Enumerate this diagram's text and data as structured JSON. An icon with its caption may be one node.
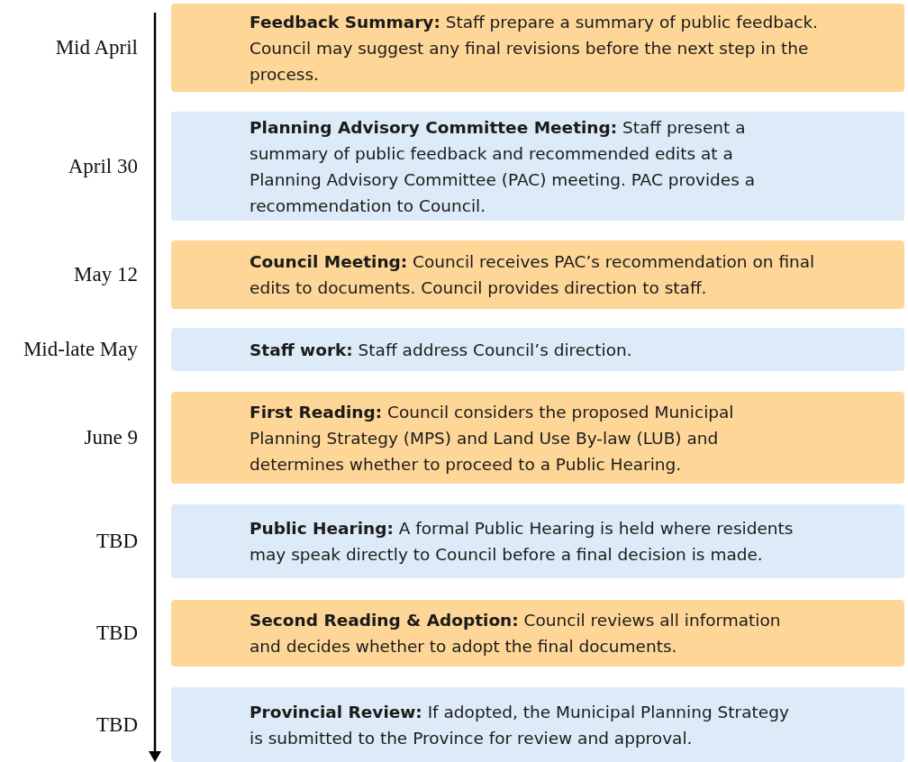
{
  "diagram": {
    "nodes": [
      {
        "text": [
          "**Feedback Summary:** Staff prepare a summary of public feedback. Council may suggest any final revisions before the next step in the process."
        ],
        "beside": [
          "Mid April"
        ]
      },
      {
        "text": [
          "**Planning Advisory Committee Meeting:** Staff present a summary of public feedback and recommended edits at a Planning Advisory Committee (PAC) meeting. PAC provides a recommendation to Council."
        ],
        "beside": [
          "April 30"
        ]
      },
      {
        "text": [
          "**Council Meeting:** Council receives PAC’s recommendation on final edits to documents. Council provides direction to staff."
        ],
        "beside": [
          "May 12"
        ]
      },
      {
        "text": [
          "**Staff work:** Staff address Council’s direction."
        ],
        "beside": [
          "Mid-late May"
        ]
      },
      {
        "text": [
          "**First Reading:** Council considers the proposed Municipal Planning Strategy (MPS) and Land Use By-law (LUB) and determines whether to proceed to a Public Hearing."
        ],
        "beside": [
          "June 9"
        ]
      },
      {
        "text": [
          "**Public Hearing:** A formal Public Hearing is held where residents may speak directly to Council before a final decision is made."
        ],
        "beside": [
          "TBD"
        ]
      },
      {
        "text": [
          "**Second Reading & Adoption:** Council reviews all information and decides whether to adopt the final documents."
        ],
        "beside": [
          "TBD"
        ]
      },
      {
        "text": [
          "**Provincial Review:** If adopted, the Municipal Planning Strategy is submitted to the Province for review and approval."
        ],
        "beside": [
          "TBD"
        ]
      }
    ]
  }
}
